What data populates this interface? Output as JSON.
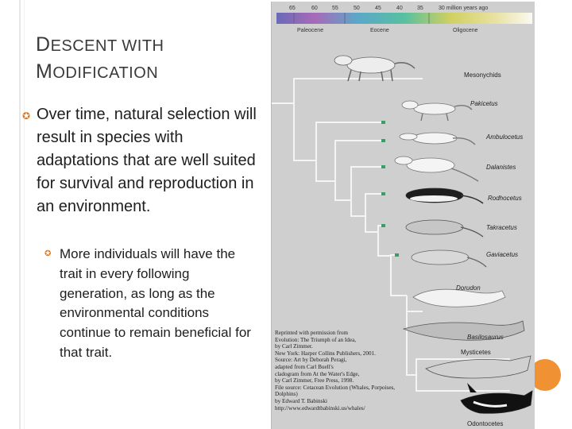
{
  "slide": {
    "title_line1_first": "D",
    "title_line1_rest": "ESCENT WITH",
    "title_line2_first": "M",
    "title_line2_rest": "ODIFICATION",
    "bullet1": "Over time, natural selection will result in species with adaptations that are well suited for survival and reproduction in an environment.",
    "bullet2": "More individuals will have the trait in every following generation, as long as the environmental conditions continue to remain beneficial for that trait.",
    "accent_color": "#e2761d",
    "marker_color": "#f09133"
  },
  "figure": {
    "timeline_ticks": [
      "65",
      "60",
      "55",
      "50",
      "45",
      "40",
      "35",
      "30 million years ago"
    ],
    "epochs": [
      "Paleocene",
      "Eocene",
      "Oligocene"
    ],
    "taxa": [
      "Mesonychids",
      "Pakicetus",
      "Ambulocetus",
      "Dalanistes",
      "Rodhocetus",
      "Takracetus",
      "Gaviacetus",
      "Dorudon",
      "Basilosaurus",
      "Mysticetes",
      "Odontocetes"
    ],
    "credit_lines": [
      "Reprinted with permission from",
      "Evolution: The Triumph of an Idea,",
      "by Carl Zimmer.",
      "New York: Harper Collins Publishers, 2001.",
      "Source: Art by Deborah Peragi,",
      "adapted from Carl Buell's",
      "cladogram from At the Water's Edge,",
      "by Carl Zimmer, Free Press, 1998.",
      "File source: Cetacean Evolution (Whales, Porpoises, Dolphins)",
      "by Edward T. Babinski",
      "http://www.edwardtbabinski.us/whales/"
    ]
  }
}
